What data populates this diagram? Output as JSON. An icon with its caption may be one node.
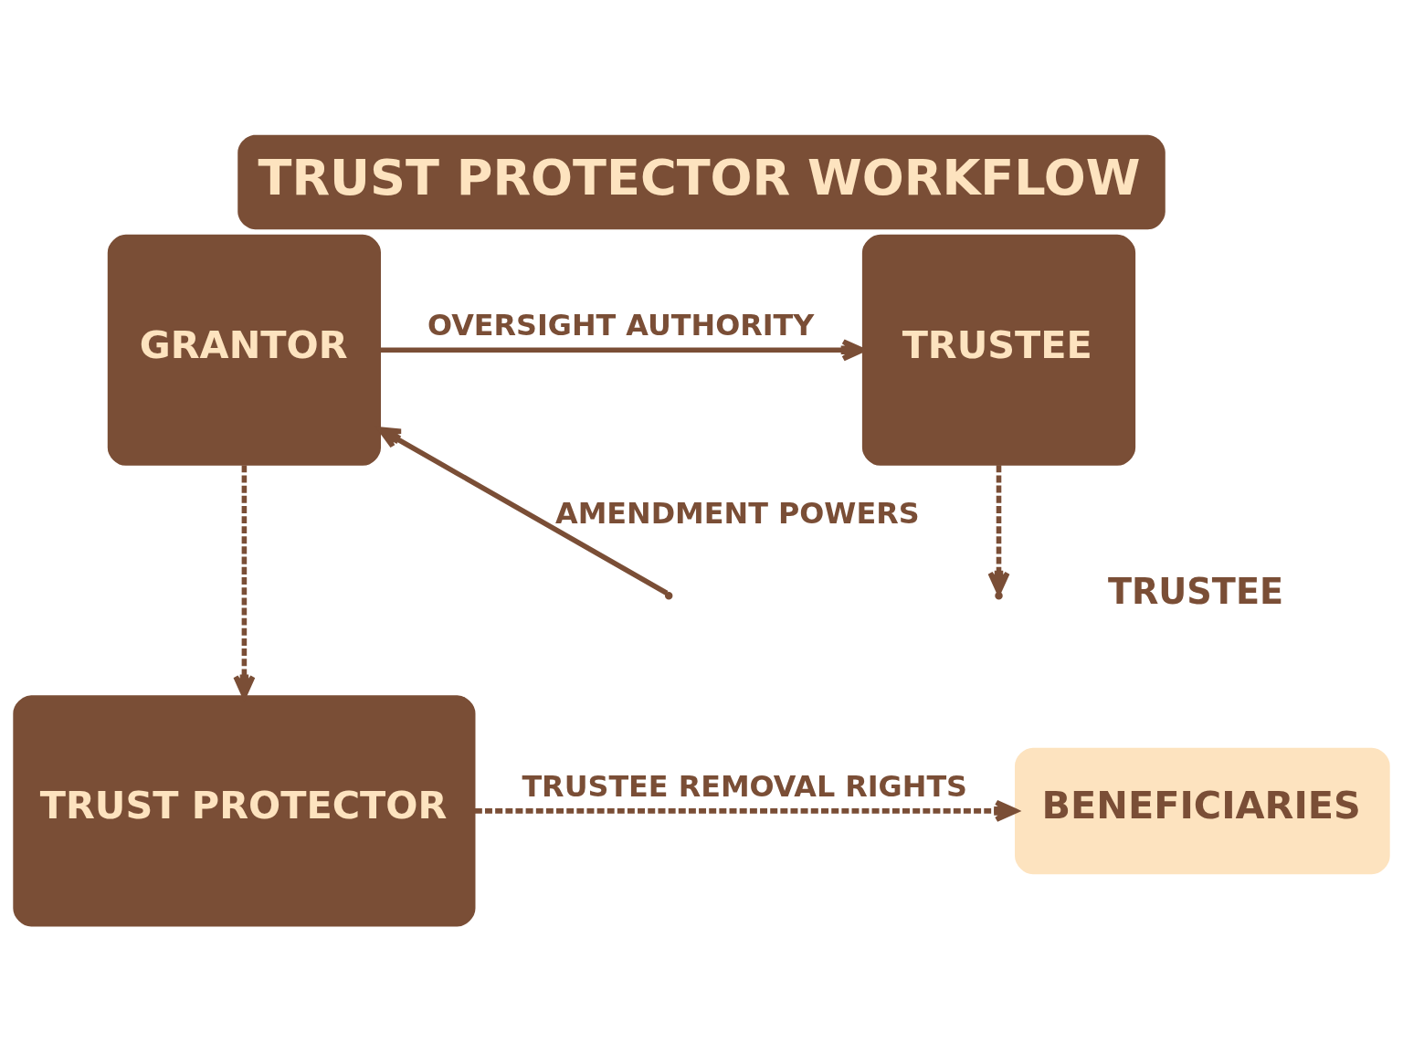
{
  "diagram": {
    "title": "TRUST PROTECTOR WORKFLOW",
    "nodes": [
      {
        "text": [
          "GRANTOR"
        ]
      },
      {
        "text": [
          "TRUSTEE"
        ]
      },
      {
        "text": [
          "TRUST PROTECTOR"
        ]
      },
      {
        "text": [
          "BENEFICIARIES"
        ]
      }
    ],
    "edges": [
      {
        "from": 0,
        "to": 1,
        "arrow": "to",
        "label": "OVERSIGHT AUTHORITY"
      },
      {
        "from": 0,
        "to": 2,
        "arrow": "to",
        "style": "dashed"
      },
      {
        "from": null,
        "to": 0,
        "arrow": "to",
        "label": "AMENDMENT POWERS"
      },
      {
        "from": 1,
        "to": null,
        "arrow": "to",
        "style": "dashed"
      },
      {
        "from": 2,
        "to": 3,
        "arrow": "to",
        "style": "dashed",
        "label": "TRUSTEE REMOVAL RIGHTS"
      }
    ],
    "labels": [
      "TRUSTEE"
    ]
  }
}
